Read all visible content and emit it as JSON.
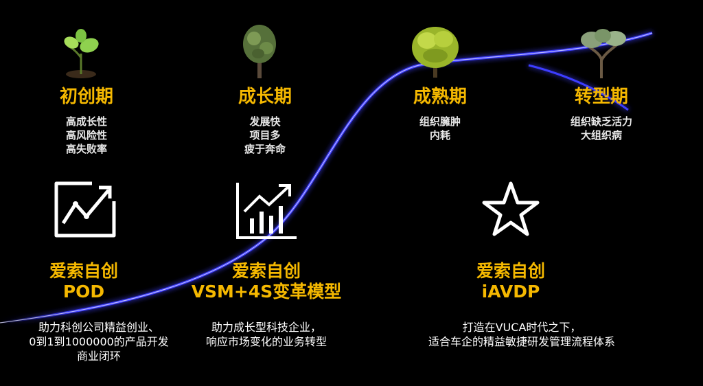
{
  "stages": [
    {
      "title": "初创期",
      "desc": [
        "高成长性",
        "高风险性",
        "高失败率"
      ]
    },
    {
      "title": "成长期",
      "desc": [
        "发展快",
        "项目多",
        "疲于奔命"
      ]
    },
    {
      "title": "成熟期",
      "desc": [
        "组织臃肿",
        "内耗"
      ]
    },
    {
      "title": "转型期",
      "desc": [
        "组织缺乏活力",
        "大组织病"
      ]
    }
  ],
  "products": [
    {
      "brand": "爱索自创",
      "name": "POD",
      "desc": [
        "助力科创公司精益创业、",
        "0到1到1000000的产品开发",
        "商业闭环"
      ],
      "icon": "trend-line-chart-icon"
    },
    {
      "brand": "爱索自创",
      "name": "VSM+4S变革模型",
      "desc": [
        "助力成长型科技企业，",
        "响应市场变化的业务转型"
      ],
      "icon": "bar-chart-growth-icon"
    },
    {
      "brand": "爱索自创",
      "name": "iAVDP",
      "desc": [
        "打造在VUCA时代之下，",
        "适合车企的精益敏捷研发管理流程体系"
      ],
      "icon": "star-outline-icon"
    }
  ],
  "colors": {
    "accent": "#f5b800",
    "curve": "#3d3dff",
    "background": "#000000"
  }
}
